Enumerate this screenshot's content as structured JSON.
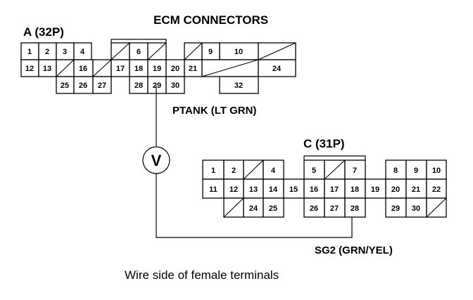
{
  "title": "ECM CONNECTORS",
  "connector_a": {
    "label": "A (32P)",
    "rows": [
      [
        "1",
        "2",
        "3",
        "4",
        "",
        "",
        "6",
        "",
        "",
        "9",
        "10",
        ""
      ],
      [
        "12",
        "13",
        "",
        "16",
        "",
        "17",
        "18",
        "19",
        "20",
        "21",
        "",
        "24"
      ],
      [
        "25",
        "26",
        "27",
        "28",
        "29",
        "30",
        "32"
      ]
    ]
  },
  "connector_c": {
    "label": "C (31P)",
    "rows": [
      [
        "1",
        "2",
        "",
        "4",
        "5",
        "",
        "7",
        "8",
        "9",
        "10"
      ],
      [
        "11",
        "12",
        "13",
        "14",
        "15",
        "16",
        "17",
        "18",
        "19",
        "20",
        "21",
        "22"
      ],
      [
        "",
        "24",
        "25",
        "26",
        "27",
        "28",
        "29",
        "30",
        ""
      ]
    ]
  },
  "wires": {
    "ptank": "PTANK (LT GRN)",
    "sg2": "SG2 (GRN/YEL)"
  },
  "meter_symbol": "V",
  "caption": "Wire side of female terminals"
}
